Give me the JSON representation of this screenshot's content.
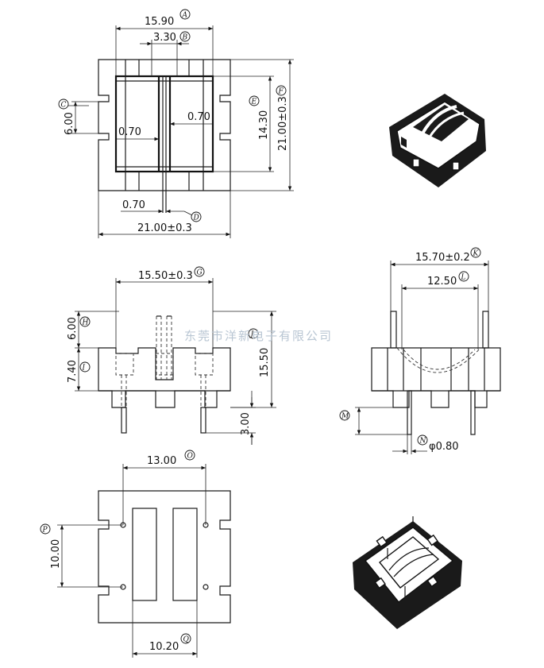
{
  "top_view": {
    "dim_a": "15.90",
    "dim_b": "3.30",
    "dim_c": "6.00",
    "dim_d_gap": "0.70",
    "dim_d_total": "21.00±0.3",
    "dim_e": "14.30",
    "dim_f": "21.00±0.3",
    "dim_inner_left": "0.70",
    "dim_inner_right": "0.70"
  },
  "side_view": {
    "dim_g": "15.50±0.3",
    "dim_h": "6.00",
    "dim_i": "7.40",
    "dim_j": "15.50",
    "dim_k_pin": "3.00"
  },
  "end_view": {
    "dim_k": "15.70±0.2",
    "dim_l": "12.50",
    "dim_n": "φ0.80"
  },
  "bottom_view": {
    "dim_o": "13.00",
    "dim_p": "10.00",
    "dim_q": "10.20"
  },
  "tags": {
    "a": "A",
    "b": "B",
    "c": "C",
    "d": "D",
    "e": "E",
    "f": "F",
    "g": "G",
    "h": "H",
    "i": "I",
    "j": "J",
    "k": "K",
    "l": "L",
    "m": "M",
    "n": "N",
    "o": "O",
    "p": "P",
    "q": "Q"
  },
  "watermark": "东莞市洋新电子有限公司"
}
